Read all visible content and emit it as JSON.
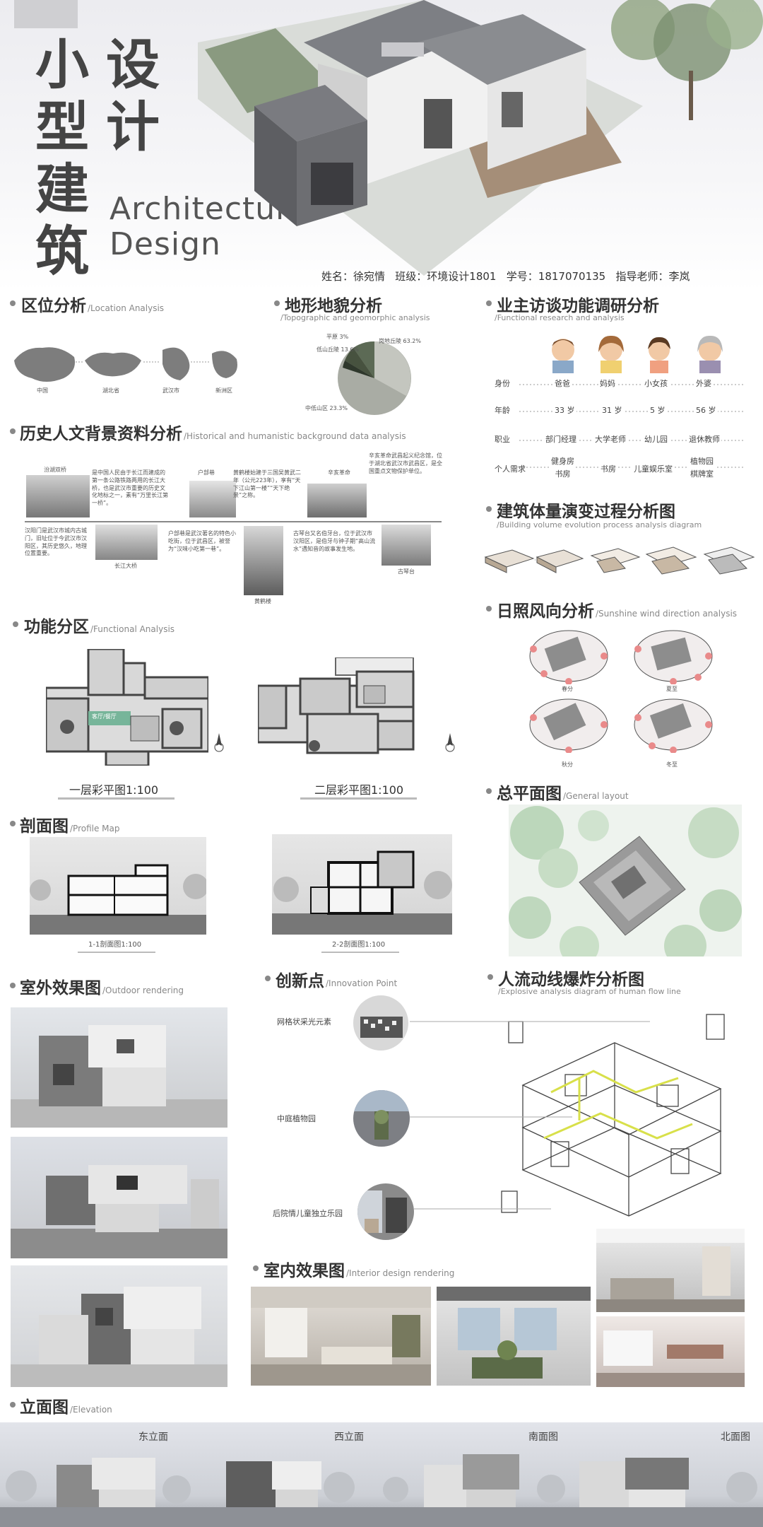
{
  "header": {
    "title_chars": [
      "小",
      "型",
      "建",
      "筑",
      "设",
      "计"
    ],
    "en_line1": "Architectural",
    "en_line2": "Design",
    "info": "姓名：徐宛情   班级：环境设计1801   学号：1817070135   指导老师：李岚"
  },
  "location": {
    "title": "区位分析",
    "sub": "/Location Analysis",
    "labels": [
      "中国",
      "湖北省",
      "武汉市",
      "新洲区"
    ]
  },
  "terrain": {
    "title": "地形地貌分析",
    "sub": "/Topographic and geomorphic analysis",
    "labels": [
      "平原 3%",
      "低山丘陵 13.6%",
      "中低山区 23.3%",
      "岗地丘陵 63.2%"
    ]
  },
  "owner": {
    "title": "业主访谈功能调研分析",
    "sub": "/Functional research and analysis",
    "rows": [
      {
        "label": "身份",
        "values": [
          "爸爸",
          "妈妈",
          "小女孩",
          "外婆"
        ]
      },
      {
        "label": "年龄",
        "values": [
          "33 岁",
          "31 岁",
          "5 岁",
          "56 岁"
        ]
      },
      {
        "label": "职业",
        "values": [
          "部门经理",
          "大学老师",
          "幼儿园",
          "退休教师"
        ]
      },
      {
        "label": "个人需求",
        "values": [
          "健身房\n书房",
          "书房",
          "儿童娱乐室",
          "植物园\n棋牌室"
        ]
      }
    ]
  },
  "history": {
    "title": "历史人文背景资料分析",
    "sub": "/Historical and humanistic background data analysis",
    "photo_labels": [
      "汾湖双桥",
      "户部巷",
      "辛亥革命",
      "黄鹤楼",
      "长江大桥",
      "古琴台"
    ],
    "texts": [
      "是中国人民由于长江而建成的第一条公路铁路两用的长江大桥，也是武汉市重要的历史文化地标之一，素有“万里长江第一桥”。",
      "汉阳门是武汉市城内古城门，旧址位于今武汉市汉阳区，其历史悠久，地理位置重要。",
      "户部巷是武汉著名的特色小吃街，位于武昌区，被誉为“汉味小吃第一巷”。",
      "黄鹤楼始建于三国吴黄武二年（公元223年），享有“天下江山第一楼”“天下绝景”之称。",
      "辛亥革命武昌起义纪念馆，位于湖北省武汉市武昌区，是全国重点文物保护单位。",
      "古琴台又名伯牙台，位于武汉市汉阳区，是伯牙与钟子期“高山流水”遇知音的故事发生地。"
    ]
  },
  "volume": {
    "title": "建筑体量演变过程分析图",
    "sub": "/Building volume evolution process analysis diagram"
  },
  "sunshine": {
    "title": "日照风向分析",
    "sub": "/Sunshine wind direction analysis",
    "labels": [
      "春分",
      "夏至",
      "秋分",
      "冬至"
    ]
  },
  "functional": {
    "title": "功能分区",
    "sub": "/Functional Analysis",
    "plan1": "一层彩平图1:100",
    "plan2": "二层彩平图1:100",
    "plan1_room": "客厅/餐厅"
  },
  "general": {
    "title": "总平面图",
    "sub": "/General layout"
  },
  "profile": {
    "title": "剖面图",
    "sub": "/Profile Map",
    "cap1": "1-1剖面图1:100",
    "cap2": "2-2剖面图1:100"
  },
  "outdoor": {
    "title": "室外效果图",
    "sub": "/Outdoor rendering"
  },
  "innovation": {
    "title": "创新点",
    "sub": "/Innovation Point",
    "items": [
      "网格状采光元素",
      "中庭植物园",
      "后院情儿童独立乐园"
    ]
  },
  "flow": {
    "title": "人流动线爆炸分析图",
    "sub": "/Explosive analysis diagram of human flow line"
  },
  "interior": {
    "title": "室内效果图",
    "sub": "/Interior design rendering"
  },
  "elevation": {
    "title": "立面图",
    "sub": "/Elevation",
    "labels": [
      "东立面",
      "西立面",
      "南面图",
      "北面图"
    ]
  },
  "colors": {
    "accent": "#888888",
    "dark": "#555555",
    "green": "#b8d4b4"
  }
}
